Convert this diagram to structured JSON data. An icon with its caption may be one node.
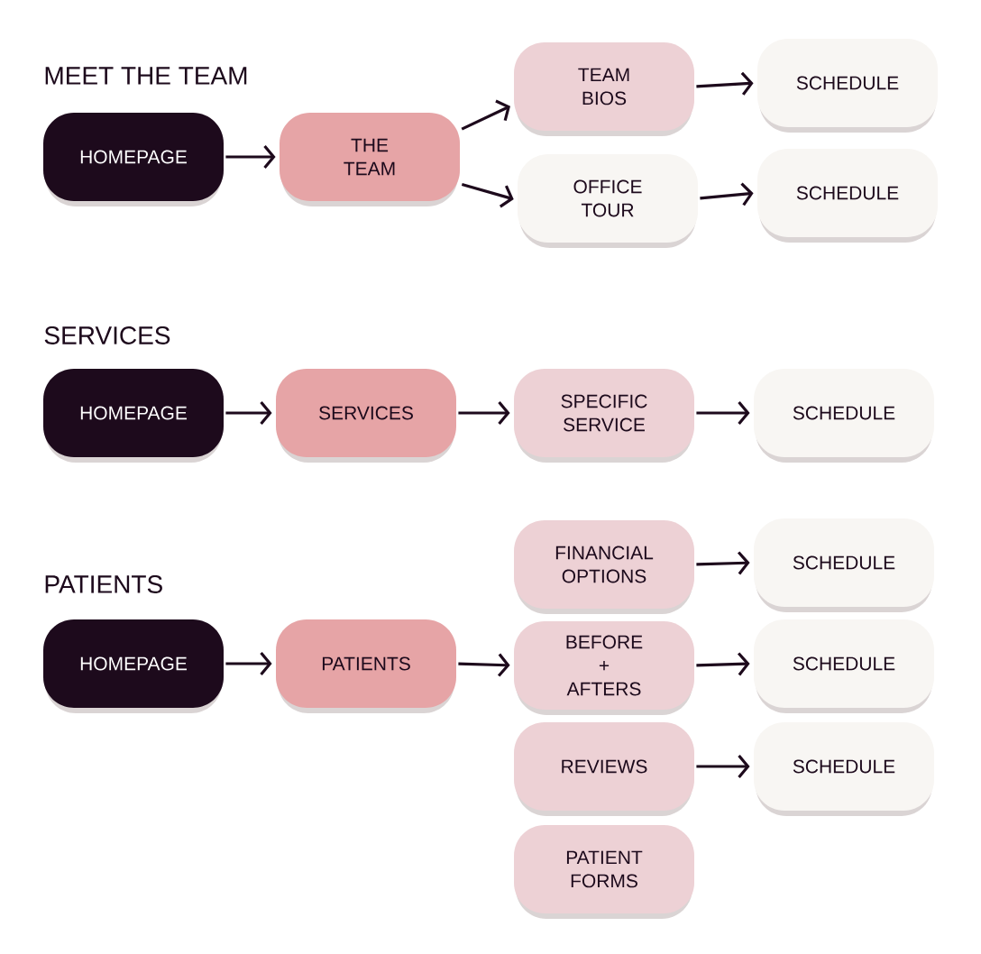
{
  "diagram": {
    "nodes": [
      {
        "text": [
          "HOMEPAGE"
        ]
      },
      {
        "text": [
          "THE TEAM"
        ]
      },
      {
        "text": [
          "TEAM BIOS"
        ]
      },
      {
        "text": [
          "SCHEDULE"
        ]
      },
      {
        "text": [
          "OFFICE TOUR"
        ]
      },
      {
        "text": [
          "SCHEDULE"
        ]
      },
      {
        "text": [
          "HOMEPAGE"
        ]
      },
      {
        "text": [
          "SERVICES"
        ]
      },
      {
        "text": [
          "SPECIFIC SERVICE"
        ]
      },
      {
        "text": [
          "SCHEDULE"
        ]
      },
      {
        "text": [
          "FINANCIAL OPTIONS"
        ]
      },
      {
        "text": [
          "SCHEDULE"
        ]
      },
      {
        "text": [
          "HOMEPAGE"
        ]
      },
      {
        "text": [
          "PATIENTS"
        ]
      },
      {
        "text": [
          "BEFORE + AFTERS"
        ]
      },
      {
        "text": [
          "SCHEDULE"
        ]
      },
      {
        "text": [
          "REVIEWS"
        ]
      },
      {
        "text": [
          "SCHEDULE"
        ]
      },
      {
        "text": [
          "PATIENT FORMS"
        ]
      }
    ],
    "edges": [
      {
        "from": 0,
        "to": 1,
        "arrow": "to"
      },
      {
        "from": 1,
        "to": 2,
        "arrow": "to"
      },
      {
        "from": 1,
        "to": 4,
        "arrow": "to"
      },
      {
        "from": 2,
        "to": 3,
        "arrow": "to"
      },
      {
        "from": 4,
        "to": 5,
        "arrow": "to"
      },
      {
        "from": 6,
        "to": 7,
        "arrow": "to"
      },
      {
        "from": 7,
        "to": 8,
        "arrow": "to"
      },
      {
        "from": 8,
        "to": 9,
        "arrow": "to"
      },
      {
        "from": 10,
        "to": 11,
        "arrow": "to"
      },
      {
        "from": 12,
        "to": 13,
        "arrow": "to"
      },
      {
        "from": 13,
        "to": 14,
        "arrow": "to"
      },
      {
        "from": 14,
        "to": 15,
        "arrow": "to"
      },
      {
        "from": 16,
        "to": 17,
        "arrow": "to"
      }
    ],
    "labels": [
      "MEET THE TEAM",
      "SERVICES",
      "PATIENTS"
    ]
  }
}
